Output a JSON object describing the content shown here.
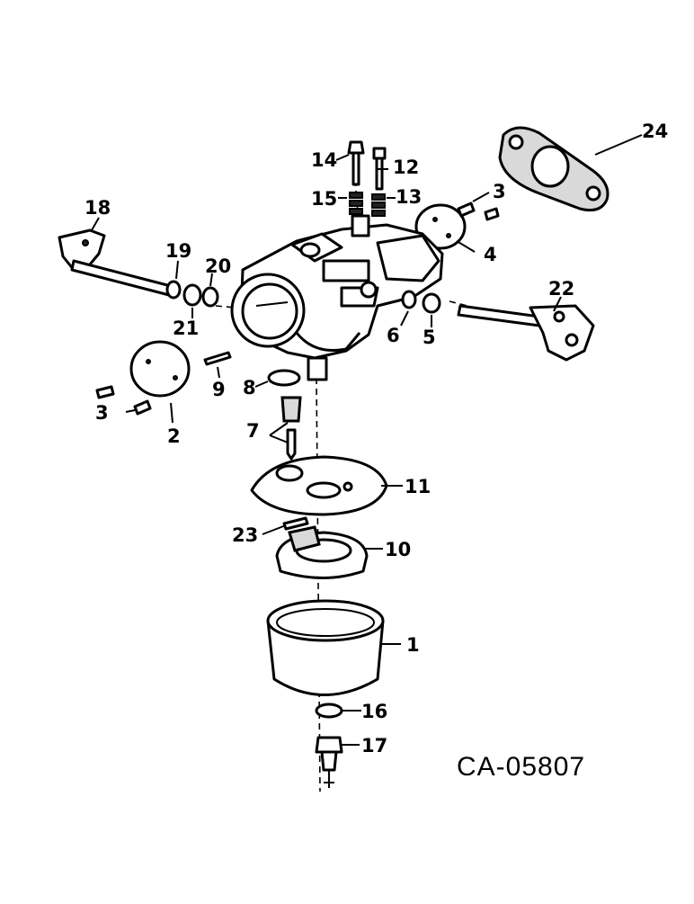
{
  "drawing_code": "CA-05807",
  "callouts": {
    "c1": "1",
    "c2": "2",
    "c3a": "3",
    "c3b": "3",
    "c4": "4",
    "c5": "5",
    "c6": "6",
    "c7": "7",
    "c8": "8",
    "c9": "9",
    "c10": "10",
    "c11": "11",
    "c12": "12",
    "c13": "13",
    "c14": "14",
    "c15": "15",
    "c16": "16",
    "c17": "17",
    "c18": "18",
    "c19": "19",
    "c20": "20",
    "c21": "21",
    "c22": "22",
    "c23": "23",
    "c24": "24"
  }
}
